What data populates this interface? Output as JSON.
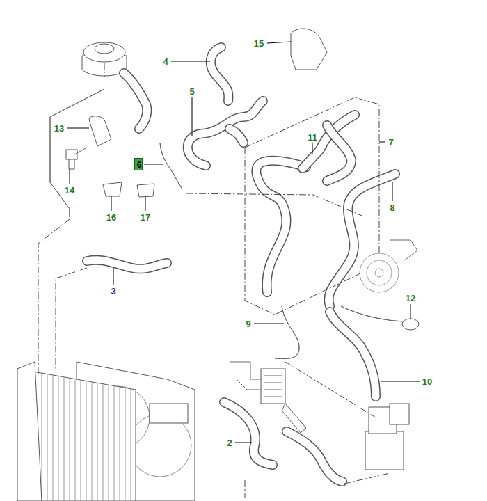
{
  "diagram": {
    "nodes": [
      {
        "text": [
          "6"
        ]
      }
    ],
    "labels": [
      "15",
      "4",
      "5",
      "7",
      "11",
      "13",
      "14",
      "16",
      "17",
      "8",
      "3",
      "12",
      "9",
      "10",
      "2"
    ]
  }
}
